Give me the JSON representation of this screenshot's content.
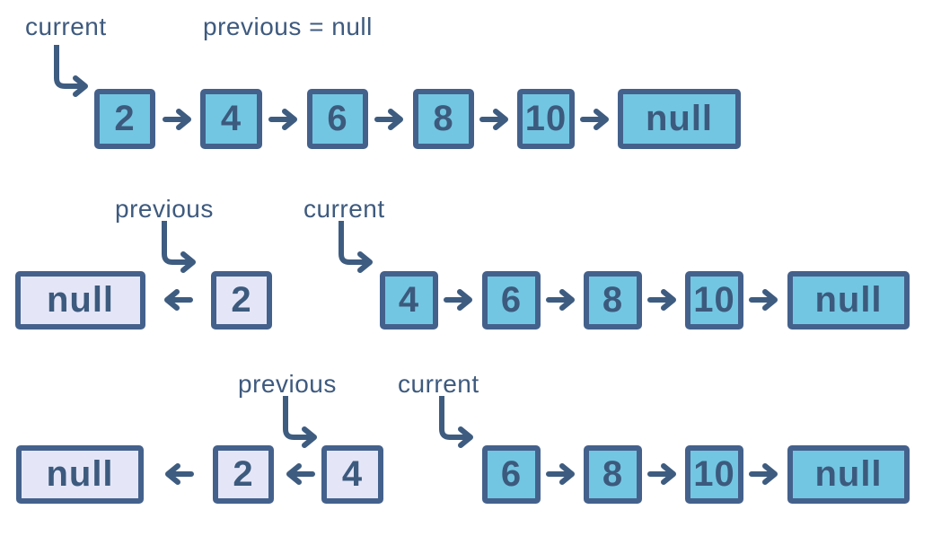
{
  "colors": {
    "background": "#ffffff",
    "node_fill": "#73c6e2",
    "visited_fill": "#e4e6f8",
    "border": "#44618c",
    "text": "#3c5a7d",
    "arrow": "#3e5c80",
    "label_text": "#3e5a7e"
  },
  "steps": [
    {
      "labels": {
        "current": "current",
        "note": "previous = null"
      },
      "forward": [
        "2",
        "4",
        "6",
        "8",
        "10",
        "null"
      ]
    },
    {
      "labels": {
        "previous": "previous",
        "current": "current"
      },
      "reversed": [
        "null",
        "2"
      ],
      "forward": [
        "4",
        "6",
        "8",
        "10",
        "null"
      ]
    },
    {
      "labels": {
        "previous": "previous",
        "current": "current"
      },
      "reversed": [
        "null",
        "2",
        "4"
      ],
      "forward": [
        "6",
        "8",
        "10",
        "null"
      ]
    }
  ]
}
